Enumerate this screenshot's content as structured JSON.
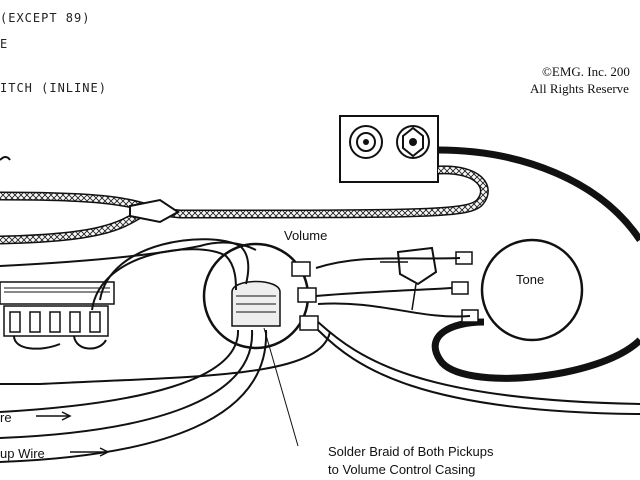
{
  "notes": {
    "line1": "(EXCEPT 89)",
    "line2": "E",
    "line3": "ITCH (INLINE)"
  },
  "copyright": {
    "line1": "©EMG. Inc. 200",
    "line2": "All Rights Reserve"
  },
  "labels": {
    "volume": "Volume",
    "tone": "Tone",
    "wire_a": "re",
    "wire_b": "up Wire",
    "solder_line1": "Solder Braid of Both Pickups",
    "solder_line2": "to Volume Control Casing"
  },
  "colors": {
    "ink": "#111111",
    "braid_fill": "#f4f4f4"
  }
}
